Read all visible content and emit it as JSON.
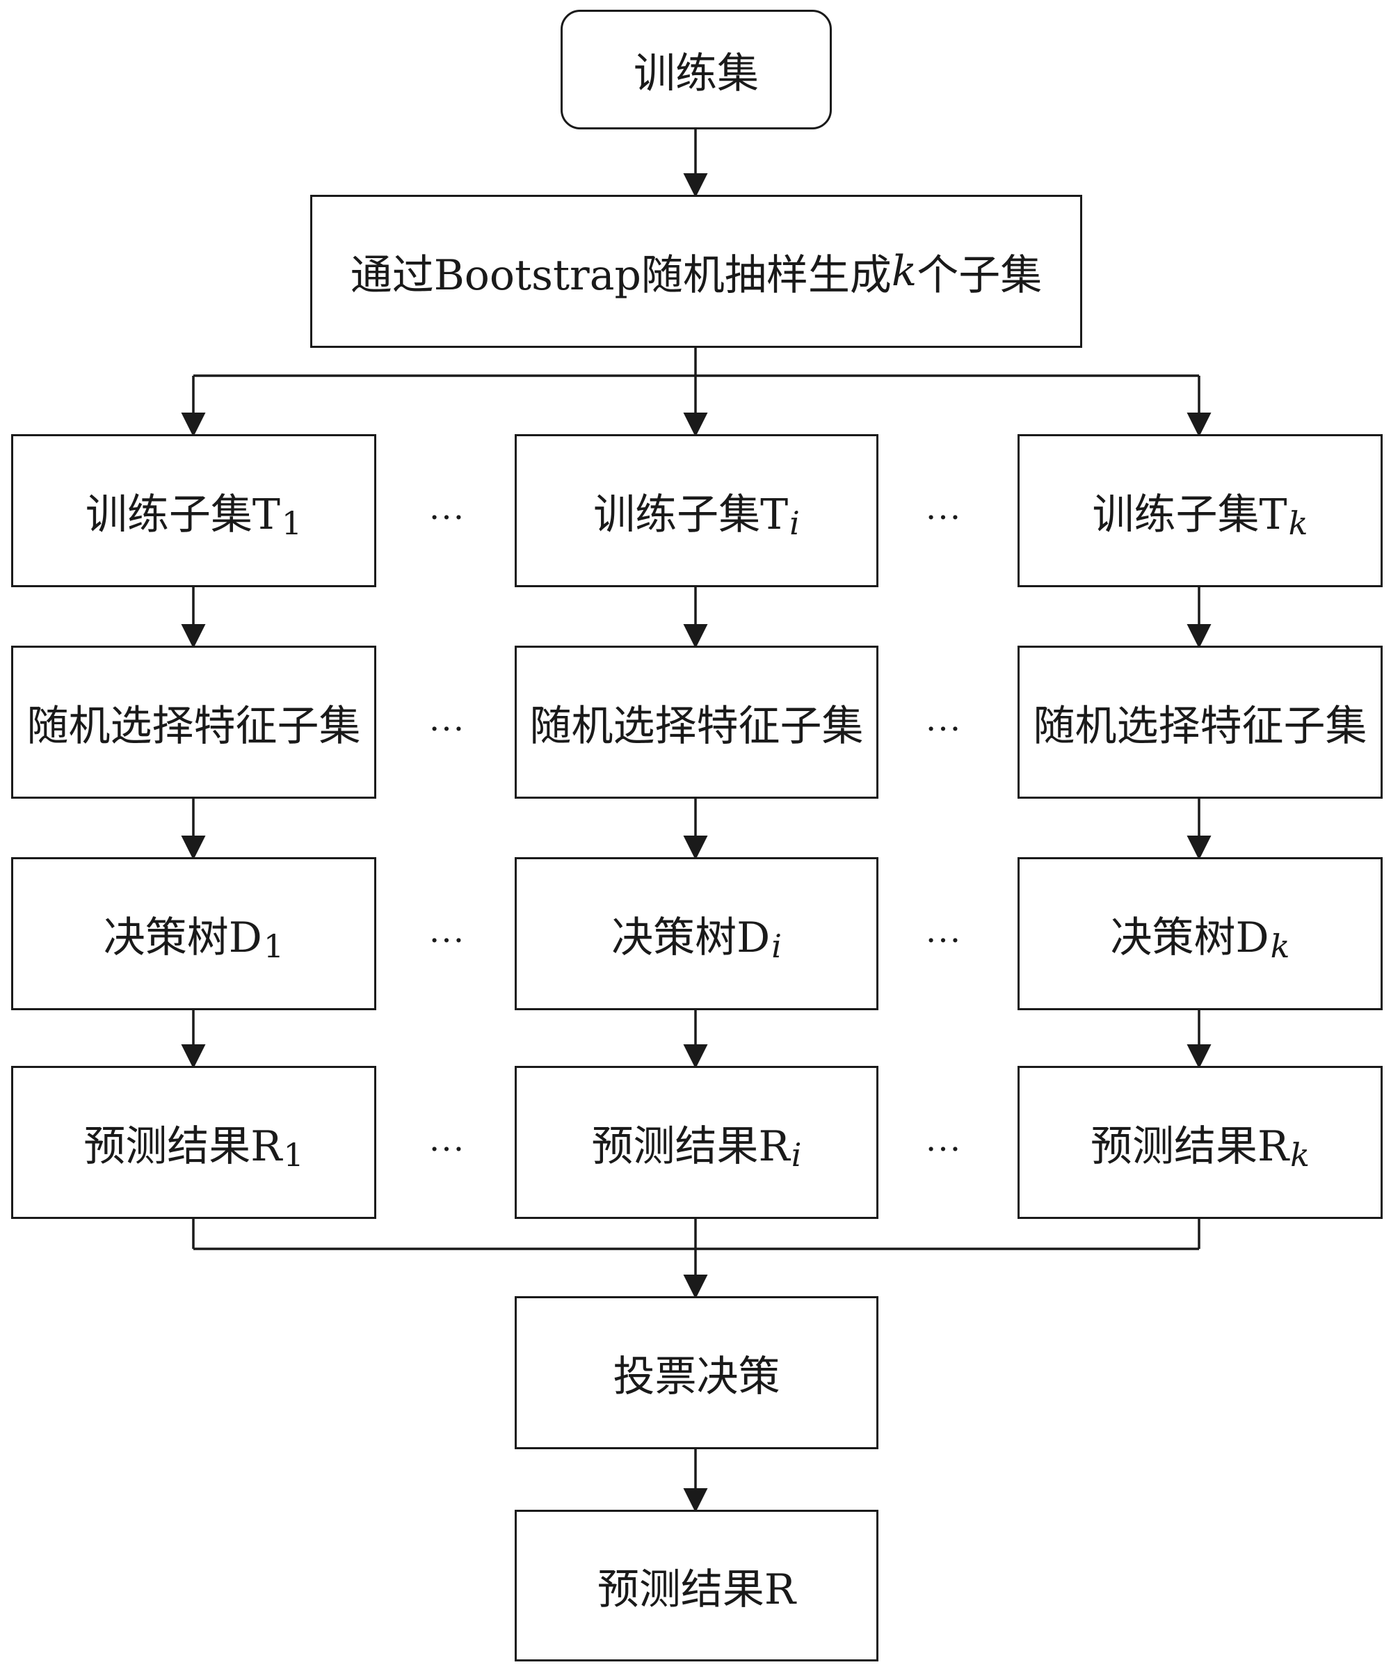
{
  "nodes": {
    "training_set": "训练集",
    "bootstrap": {
      "text": "通过Bootstrap随机抽样生成",
      "k": "k",
      "suffix": "个子集"
    },
    "subsets": [
      {
        "label": "训练子集T",
        "sub": "1"
      },
      {
        "label": "训练子集T",
        "sub": "i"
      },
      {
        "label": "训练子集T",
        "sub": "k"
      }
    ],
    "feature_select": "随机选择特征子集",
    "trees": [
      {
        "label": "决策树D",
        "sub": "1"
      },
      {
        "label": "决策树D",
        "sub": "i"
      },
      {
        "label": "决策树D",
        "sub": "k"
      }
    ],
    "predictions": [
      {
        "label": "预测结果R",
        "sub": "1"
      },
      {
        "label": "预测结果R",
        "sub": "i"
      },
      {
        "label": "预测结果R",
        "sub": "k"
      }
    ],
    "vote": "投票决策",
    "final": "预测结果R"
  },
  "ellipsis": "…",
  "colors": {
    "stroke": "#1a1a1a",
    "fill": "#ffffff"
  }
}
